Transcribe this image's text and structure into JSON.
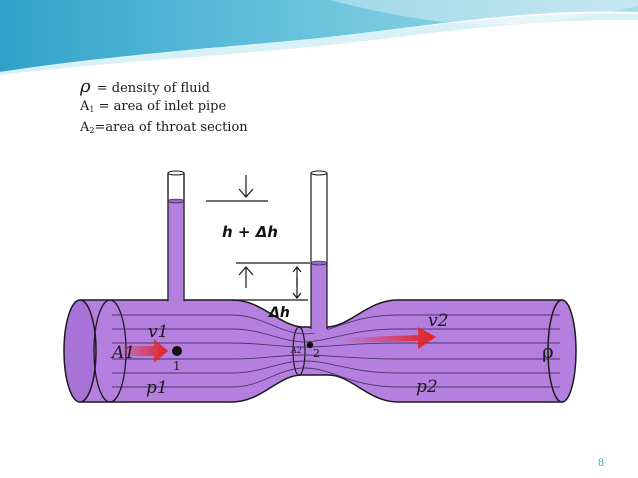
{
  "legend": {
    "rho": {
      "symbol": "ρ",
      "text": " = density of fluid"
    },
    "a1": {
      "letter": "A",
      "sub": "1",
      "text": " = area of inlet pipe"
    },
    "a2": {
      "letter": "A",
      "sub": "2",
      "text": "=area of throat section"
    }
  },
  "diagram": {
    "label_h_dh": "h  +  Δh",
    "label_dh": "Δh",
    "label_v1": "v1",
    "label_v2": "v2",
    "label_A1": "A1",
    "label_A2": "A2",
    "label_p1": "p1",
    "label_p2": "p2",
    "label_point1": "1",
    "label_point2": "2",
    "label_rho": "ρ"
  },
  "colors": {
    "fluid": "#b57fe0",
    "fluid_dark": "#8a54c0",
    "outline": "#1b1b1b",
    "arrow": "#e42020",
    "accent": "#3aa6c7"
  },
  "slide_number": "8"
}
